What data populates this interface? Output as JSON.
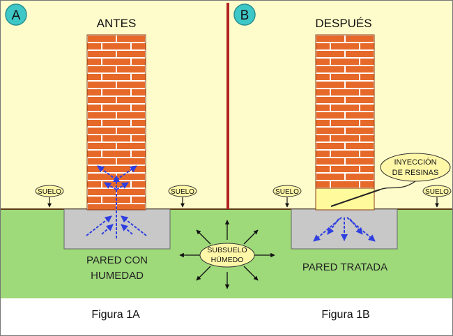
{
  "panels": {
    "a": {
      "badge": "A",
      "heading": "ANTES",
      "soil_label_left": "SUELO",
      "soil_label_right": "SUELO",
      "wall_caption_line1": "PARED CON",
      "wall_caption_line2": "HUMEDAD",
      "figure_caption": "Figura 1A"
    },
    "b": {
      "badge": "B",
      "heading": "DESPUÉS",
      "soil_label_left": "SUELO",
      "soil_label_right": "SUELO",
      "injection_label_line1": "INYECCIÓN",
      "injection_label_line2": "DE RESINAS",
      "wall_caption": "PARED TRATADA",
      "figure_caption": "Figura 1B"
    }
  },
  "center": {
    "subsoil_line1": "SUBSUELO",
    "subsoil_line2": "HÚMEDO"
  },
  "colors": {
    "sky": "#fffccb",
    "ground": "#9ed97a",
    "brick": "#e6692a",
    "mortar": "#ffffff",
    "footing": "#c8c8c8",
    "divider": "#b22222",
    "badge": "#3ec7c7",
    "label_bg": "#fff7a8",
    "arrow_blue": "#2f3fe0",
    "treated_zone": "#fffa9c"
  }
}
